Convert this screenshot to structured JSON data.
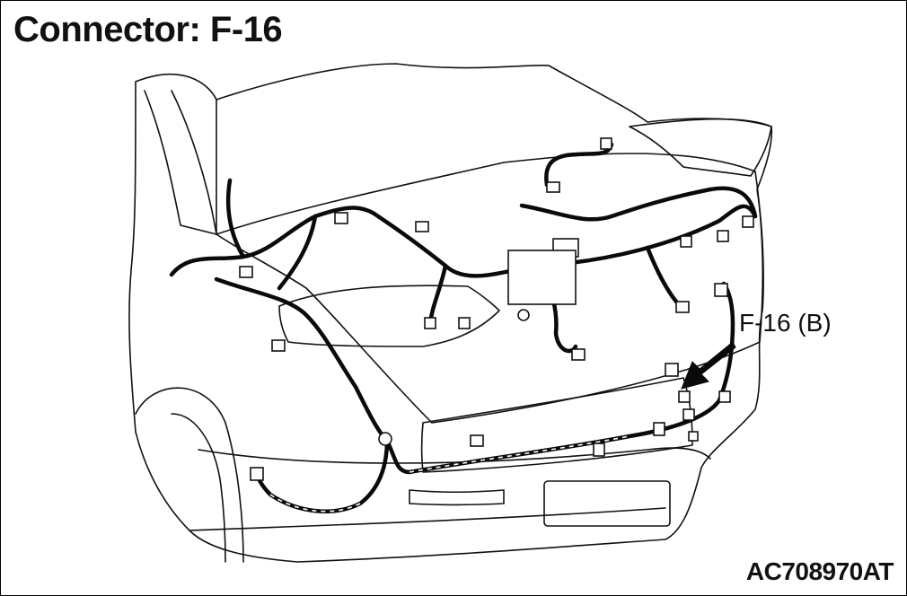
{
  "title": "Connector: F-16",
  "callout_label": "F-16 (B)",
  "figure_id": "AC708970",
  "figure_suffix": "AT",
  "colors": {
    "line": "#111111",
    "body_fill": "#ffffff",
    "harness": "#0a0a0a"
  },
  "icons": {
    "pointer": "arrow-icon",
    "connector": "connector-icon"
  }
}
